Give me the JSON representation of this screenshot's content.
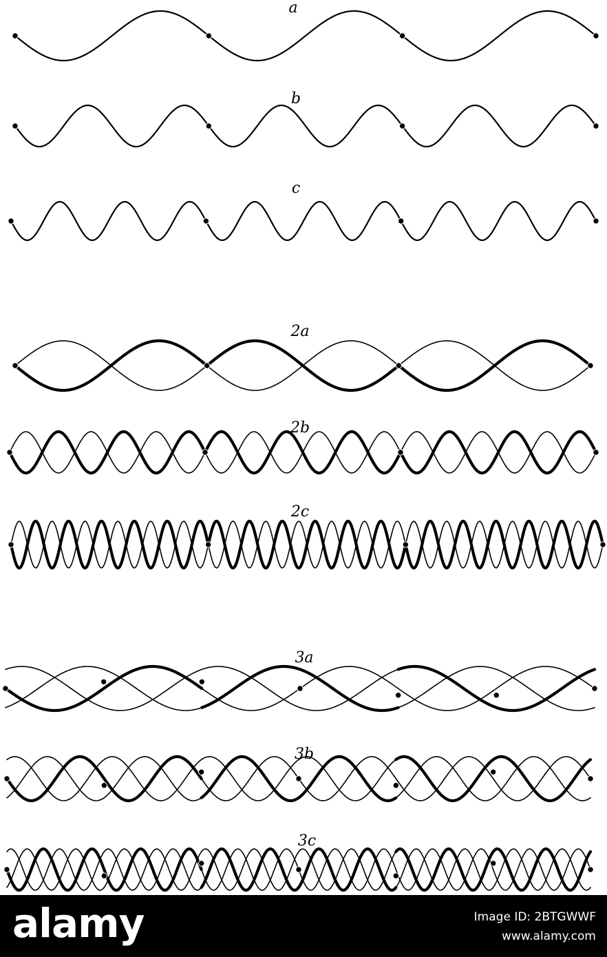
{
  "rows": [
    {
      "label": "a",
      "cycles": 3,
      "strands": 1,
      "thick": [],
      "nodes": "segments"
    },
    {
      "label": "b",
      "cycles": 6,
      "strands": 1,
      "thick": [],
      "nodes": "segments"
    },
    {
      "label": "c",
      "cycles": 9,
      "strands": 1,
      "thick": [],
      "nodes": "segments"
    },
    {
      "label": "2a",
      "cycles": 3,
      "strands": 2,
      "thick": [],
      "nodes": "segments"
    },
    {
      "label": "2b",
      "cycles": 9,
      "strands": 2,
      "thick": [],
      "nodes": "segments"
    },
    {
      "label": "2c",
      "cycles": 18,
      "strands": 2,
      "thick": [],
      "nodes": "segments"
    },
    {
      "label": "3a",
      "cycles": 3,
      "strands": 3,
      "thick": [],
      "nodes": "sixths"
    },
    {
      "label": "3b",
      "cycles": 6,
      "strands": 3,
      "thick": [],
      "nodes": "sixths"
    },
    {
      "label": "3c",
      "cycles": 12,
      "strands": 3,
      "thick": [],
      "nodes": "sixths"
    }
  ],
  "stroke_color": "#000000",
  "watermark": {
    "logo": "alamy",
    "image_id": "Image ID: 2BTGWWF",
    "url": "www.alamy.com"
  }
}
